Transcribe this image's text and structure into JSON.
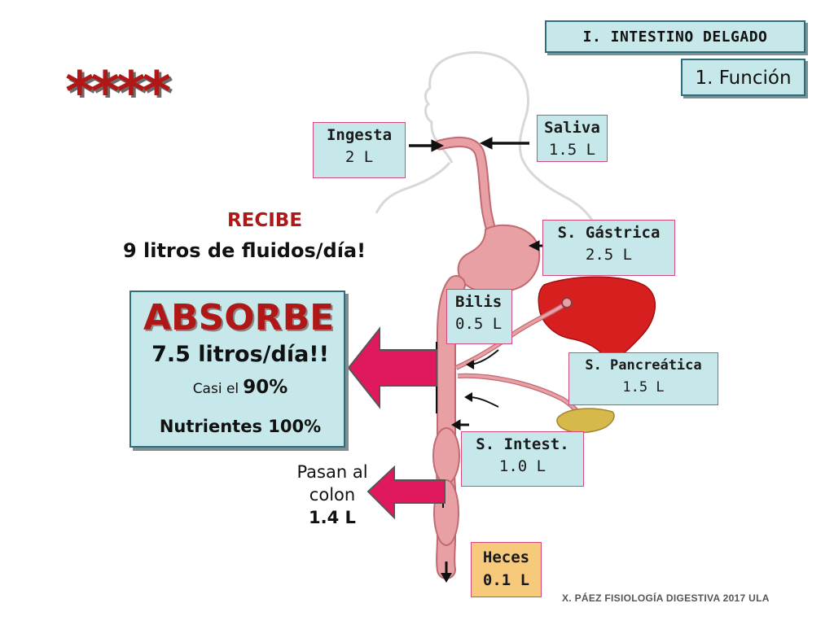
{
  "header": {
    "section": "I. INTESTINO DELGADO",
    "subsection": "1. Función",
    "stars": "****"
  },
  "inputs": [
    {
      "name": "Ingesta",
      "value": "2 L"
    },
    {
      "name": "Saliva",
      "value": "1.5 L"
    },
    {
      "name": "S. Gástrica",
      "value": "2.5 L"
    },
    {
      "name": "Bilis",
      "value": "0.5 L"
    },
    {
      "name": "S. Pancreática",
      "value": "1.5 L"
    },
    {
      "name": "S. Intest.",
      "value": "1.0 L"
    }
  ],
  "recibe": {
    "title": "RECIBE",
    "text": "9 litros de fluidos/día!"
  },
  "absorbe": {
    "title": "ABSORBE",
    "litros": "7.5 litros/día!!",
    "casi_prefix": "Casi el",
    "casi_value": "90%",
    "nutrientes": "Nutrientes 100%"
  },
  "colon": {
    "line1": "Pasan al",
    "line2": "colon",
    "value": "1.4 L"
  },
  "heces": {
    "name": "Heces",
    "value": "0.1 L"
  },
  "footer": "X. PÁEZ   FISIOLOGÍA DIGESTIVA 2017  ULA",
  "colors": {
    "box_fill": "#c6e8ea",
    "box_border_pink": "#d24a7c",
    "dark_red": "#b01818",
    "arrow_pink": "#e0185e",
    "liver": "#d81f1f",
    "gut": "#e8a0a4",
    "heces_fill": "#f7c97a"
  }
}
